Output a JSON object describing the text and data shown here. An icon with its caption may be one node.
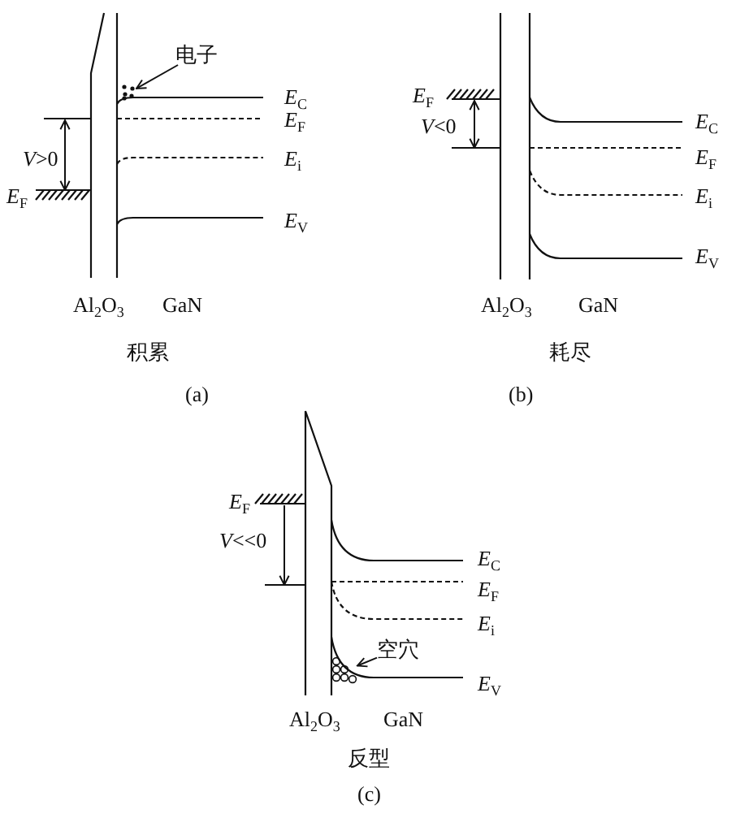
{
  "diagram": {
    "nodes": [
      {
        "text": [
          "电子"
        ]
      },
      {
        "text": [],
        "shape": "circle"
      },
      {
        "text": [
          "空穴"
        ]
      },
      {
        "text": [],
        "shape": "circle"
      }
    ],
    "edges": [
      {
        "from": 0,
        "to": 1,
        "arrow": "to"
      },
      {
        "from": 2,
        "to": 3,
        "arrow": "to"
      }
    ],
    "labels": [
      "*E*$_{C}$",
      "*E*$_{F}$",
      "*V*>0",
      "*E*$_{i}$",
      "*E*$_{F}$",
      "*E*$_{V}$",
      "Al$_{2}$O$_{3}$",
      "GaN",
      "积累",
      "(a)",
      "*E*$_{F}$",
      "*V*<0",
      "*E*$_{C}$",
      "*E*$_{F}$",
      "*E*$_{i}$",
      "*E*$_{V}$",
      "Al$_{2}$O$_{3}$",
      "GaN",
      "耗尽",
      "(b)",
      "*E*$_{F}$",
      "*V*<<0",
      "*E*$_{C}$",
      "*E*$_{F}$",
      "*E*$_{i}$",
      "*E*$_{V}$",
      "Al$_{2}$O$_{3}$",
      "GaN",
      "反型",
      "(c)"
    ]
  }
}
